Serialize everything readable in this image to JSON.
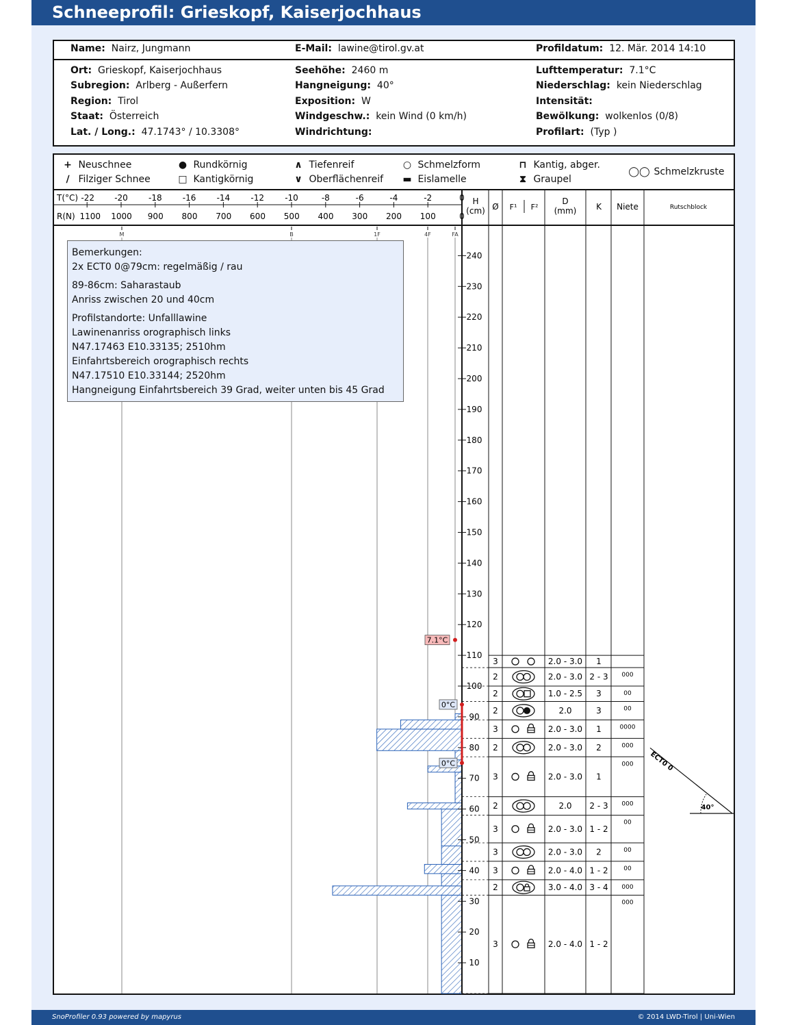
{
  "title": "Schneeprofil: Grieskopf, Kaiserjochhaus",
  "header": {
    "name_label": "Name:",
    "name": "Nairz, Jungmann",
    "email_label": "E-Mail:",
    "email": "lawine@tirol.gv.at",
    "date_label": "Profildatum:",
    "date": "12. Mär. 2014 14:10"
  },
  "info": {
    "ort_label": "Ort:",
    "ort": "Grieskopf, Kaiserjochhaus",
    "subregion_label": "Subregion:",
    "subregion": "Arlberg - Außerfern",
    "region_label": "Region:",
    "region": "Tirol",
    "staat_label": "Staat:",
    "staat": "Österreich",
    "latlong_label": "Lat. / Long.:",
    "latlong": "47.1743° / 10.3308°",
    "seehoehe_label": "Seehöhe:",
    "seehoehe": "2460 m",
    "hangneigung_label": "Hangneigung:",
    "hangneigung": "40°",
    "exposition_label": "Exposition:",
    "exposition": "W",
    "wind_label": "Windgeschw.:",
    "wind": "kein Wind (0 km/h)",
    "windrichtung_label": "Windrichtung:",
    "windrichtung": "",
    "lufttemp_label": "Lufttemperatur:",
    "lufttemp": "7.1°C",
    "niederschlag_label": "Niederschlag:",
    "niederschlag": "kein Niederschlag",
    "intensitaet_label": "Intensität:",
    "intensitaet": "",
    "bewoelkung_label": "Bewölkung:",
    "bewoelkung": "wolkenlos (0/8)",
    "profilart_label": "Profilart:",
    "profilart": "(Typ )"
  },
  "legend": {
    "neuschnee": "Neuschnee",
    "filziger": "Filziger Schnee",
    "rundkoernig": "Rundkörnig",
    "kantigkoernig": "Kantigkörnig",
    "tiefenreif": "Tiefenreif",
    "oberflaechenreif": "Oberflächenreif",
    "schmelzform": "Schmelzform",
    "eislamelle": "Eislamelle",
    "kantig_abger": "Kantig, abger.",
    "graupel": "Graupel",
    "schmelzkruste": "Schmelzkruste"
  },
  "columns": {
    "t_label": "T(°C)",
    "r_label": "R(N)",
    "h_label": "H",
    "h_unit": "(cm)",
    "diam": "Ø",
    "f1": "F¹",
    "f2": "F²",
    "d_label": "D",
    "d_unit": "(mm)",
    "k": "K",
    "niete": "Niete",
    "rutschblock": "Rutschblock"
  },
  "remarks": {
    "heading": "Bemerkungen:",
    "lines": [
      "2x ECT0 0@79cm: regelmäßig / rau",
      "",
      "89-86cm: Saharastaub",
      "Anriss zwischen 20 und 40cm",
      "",
      "Profilstandorte: Unfalllawine",
      "Lawinenanriss orographisch links",
      "N47.17463 E10.33135; 2510hm",
      "Einfahrtsbereich orographisch rechts",
      "N47.17510 E10.33144; 2520hm",
      "Hangneigung Einfahrtsbereich 39 Grad, weiter unten bis 45 Grad"
    ]
  },
  "chart_data": {
    "type": "snow_profile",
    "temp_ticks": [
      -22,
      -20,
      -18,
      -16,
      -14,
      -12,
      -10,
      -8,
      -6,
      -4,
      -2,
      0
    ],
    "ram_ticks": [
      1100,
      1000,
      900,
      800,
      700,
      600,
      500,
      400,
      300,
      200,
      100,
      0
    ],
    "hardness_labels": [
      "M",
      "B",
      "1F",
      "4F",
      "FA"
    ],
    "height_ticks": [
      10,
      20,
      30,
      40,
      50,
      60,
      70,
      80,
      90,
      100,
      110,
      120,
      130,
      140,
      150,
      160,
      170,
      180,
      190,
      200,
      210,
      220,
      230,
      240
    ],
    "air_temperature": {
      "value": 7.1,
      "label": "7.1°C",
      "height": 115
    },
    "temperature_points": [
      {
        "height": 94,
        "temp": 0,
        "label": "0°C"
      },
      {
        "height": 75,
        "temp": 0,
        "label": "0°C"
      }
    ],
    "ram_profile": [
      {
        "from": 0,
        "to": 32,
        "ram": 60
      },
      {
        "from": 32,
        "to": 35,
        "ram": 380
      },
      {
        "from": 35,
        "to": 39,
        "ram": 60
      },
      {
        "from": 39,
        "to": 42,
        "ram": 110
      },
      {
        "from": 42,
        "to": 48,
        "ram": 60
      },
      {
        "from": 48,
        "to": 60,
        "ram": 60
      },
      {
        "from": 60,
        "to": 62,
        "ram": 160
      },
      {
        "from": 62,
        "to": 72,
        "ram": 20
      },
      {
        "from": 72,
        "to": 74,
        "ram": 100
      },
      {
        "from": 74,
        "to": 76,
        "ram": 40
      },
      {
        "from": 76,
        "to": 86,
        "ram": 20
      },
      {
        "from": 79,
        "to": 86,
        "ram": 250
      },
      {
        "from": 86,
        "to": 89,
        "ram": 180
      },
      {
        "from": 89,
        "to": 91,
        "ram": 20
      }
    ],
    "layers": [
      {
        "from": 106,
        "to": 110,
        "diam": "3",
        "grains": [
          "circle",
          "circle"
        ],
        "d": "2.0 - 3.0",
        "k": "1",
        "niete": ""
      },
      {
        "from": 100,
        "to": 106,
        "diam": "2",
        "grains": [
          "crust"
        ],
        "d": "2.0 - 3.0",
        "k": "2 - 3",
        "niete": "000"
      },
      {
        "from": 95,
        "to": 100,
        "diam": "2",
        "grains": [
          "crust-square"
        ],
        "d": "1.0 - 2.5",
        "k": "3",
        "niete": "00"
      },
      {
        "from": 89,
        "to": 95,
        "diam": "2",
        "grains": [
          "crust-dot"
        ],
        "d": "2.0",
        "k": "3",
        "niete": "00"
      },
      {
        "from": 83,
        "to": 89,
        "diam": "3",
        "grains": [
          "circle",
          "lock"
        ],
        "d": "2.0 - 3.0",
        "k": "1",
        "niete": "0000"
      },
      {
        "from": 77,
        "to": 83,
        "diam": "2",
        "grains": [
          "crust"
        ],
        "d": "2.0 - 3.0",
        "k": "2",
        "niete": "000"
      },
      {
        "from": 64,
        "to": 77,
        "diam": "3",
        "grains": [
          "circle",
          "lock"
        ],
        "d": "2.0 - 3.0",
        "k": "1",
        "niete": "000"
      },
      {
        "from": 58,
        "to": 64,
        "diam": "2",
        "grains": [
          "crust"
        ],
        "d": "2.0",
        "k": "2 - 3",
        "niete": "000"
      },
      {
        "from": 49,
        "to": 58,
        "diam": "3",
        "grains": [
          "circle",
          "lock"
        ],
        "d": "2.0 - 3.0",
        "k": "1 - 2",
        "niete": "00"
      },
      {
        "from": 43,
        "to": 49,
        "diam": "3",
        "grains": [
          "crust"
        ],
        "d": "2.0 - 3.0",
        "k": "2",
        "niete": "00"
      },
      {
        "from": 37,
        "to": 43,
        "diam": "3",
        "grains": [
          "circle",
          "lock"
        ],
        "d": "2.0 - 4.0",
        "k": "1 - 2",
        "niete": "00"
      },
      {
        "from": 32,
        "to": 37,
        "diam": "2",
        "grains": [
          "crust-lock"
        ],
        "d": "3.0 - 4.0",
        "k": "3 - 4",
        "niete": "000"
      },
      {
        "from": 0,
        "to": 32,
        "diam": "3",
        "grains": [
          "circle",
          "lock"
        ],
        "d": "2.0 - 4.0",
        "k": "1 - 2",
        "niete": "000"
      }
    ],
    "rutschblock": {
      "label": "ECT0 0",
      "height": 79,
      "angle_label": "40°"
    }
  },
  "footer": {
    "left": "SnoProfiler 0.93 powered by mapyrus",
    "right": "© 2014 LWD-Tirol | Uni-Wien"
  }
}
